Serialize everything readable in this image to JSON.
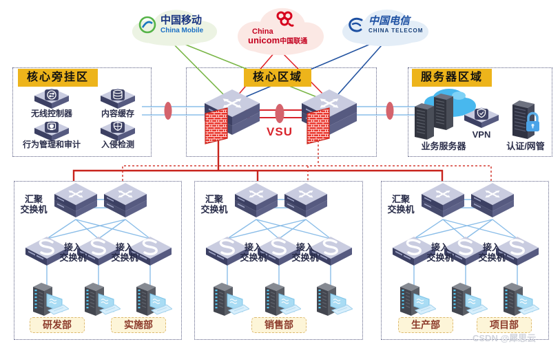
{
  "isps": {
    "mobile": {
      "cn": "中国移动",
      "en": "China Mobile"
    },
    "unicom": {
      "en1": "China",
      "en2": "unicom",
      "cn": "中国联通"
    },
    "telecom": {
      "cn": "中国电信",
      "en": "CHINA TELECOM"
    }
  },
  "zones": {
    "side": {
      "title": "核心旁挂区",
      "devices": {
        "wireless": "无线控制器",
        "cache": "内容缓存",
        "audit": "行为管理和审计",
        "ids": "入侵检测"
      }
    },
    "core": {
      "title": "核心区域",
      "vsu": "VSU"
    },
    "server": {
      "title": "服务器区域",
      "devices": {
        "biz": "业务服务器",
        "vpn": "VPN",
        "auth": "认证/网管"
      }
    }
  },
  "switch_labels": {
    "agg1": "汇聚",
    "agg2": "交换机",
    "acc1": "接入",
    "acc2": "交换机"
  },
  "sections": [
    {
      "departments": [
        "研发部",
        "实施部"
      ]
    },
    {
      "departments": [
        "销售部"
      ]
    },
    {
      "departments": [
        "生产部",
        "项目部"
      ]
    }
  ],
  "watermark": "CSDN @犀思云",
  "colors": {
    "zone_label_bg": "#edb41b",
    "device_navy": "#3c4063",
    "device_top": "#c9cce0",
    "firewall_red": "#e8352c",
    "bus_red": "#c8231c",
    "link_blue": "#8abde8",
    "isp_green": "#7ab648",
    "isp_red": "#e0282e",
    "isp_blue": "#2353a0",
    "dept_bg": "#fdf5d8",
    "dept_text": "#8c3a2a"
  }
}
